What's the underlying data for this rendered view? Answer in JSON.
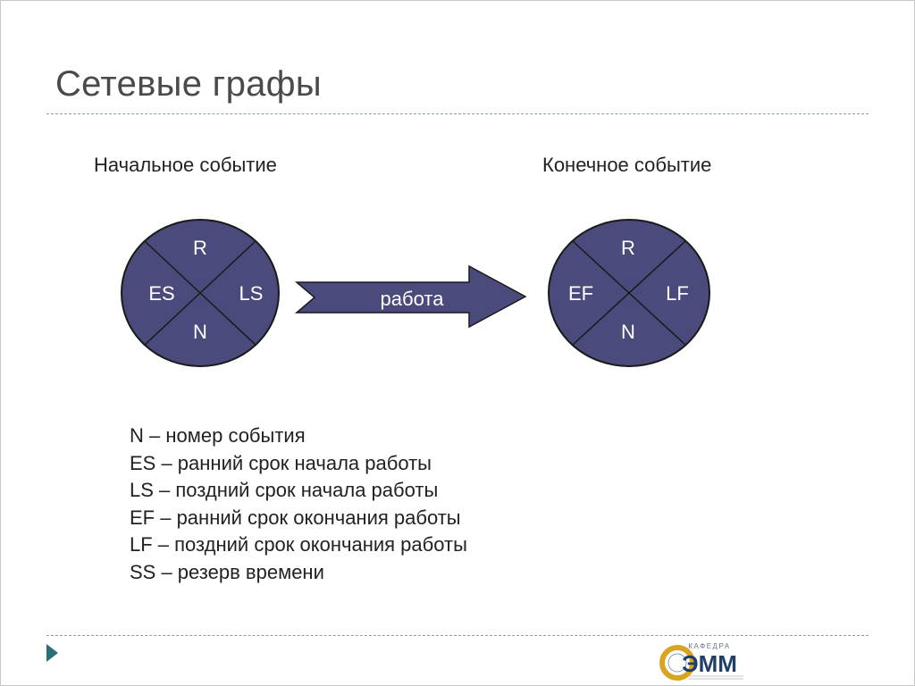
{
  "slide": {
    "title": "Сетевые графы"
  },
  "events": {
    "start_label": "Начальное событие",
    "end_label": "Конечное событие"
  },
  "start_node": {
    "top": "R",
    "left": "ES",
    "right": "LS",
    "bottom": "N"
  },
  "end_node": {
    "top": "R",
    "left": "EF",
    "right": "LF",
    "bottom": "N"
  },
  "work_arrow": {
    "label": "работа"
  },
  "legend": [
    "N – номер события",
    "ES – ранний срок начала работы",
    "LS – поздний срок начала работы",
    "EF – ранний срок окончания работы",
    "LF – поздний срок окончания работы",
    "SS – резерв времени"
  ],
  "logo": {
    "caption": "КАФЕДРА",
    "text": "ЭММ"
  },
  "colors": {
    "node_fill": "#4a4a7c",
    "accent": "#2e6f77",
    "logo_gold": "#d9a520"
  },
  "icons": {
    "nav": "next-slide-triangle-icon"
  }
}
